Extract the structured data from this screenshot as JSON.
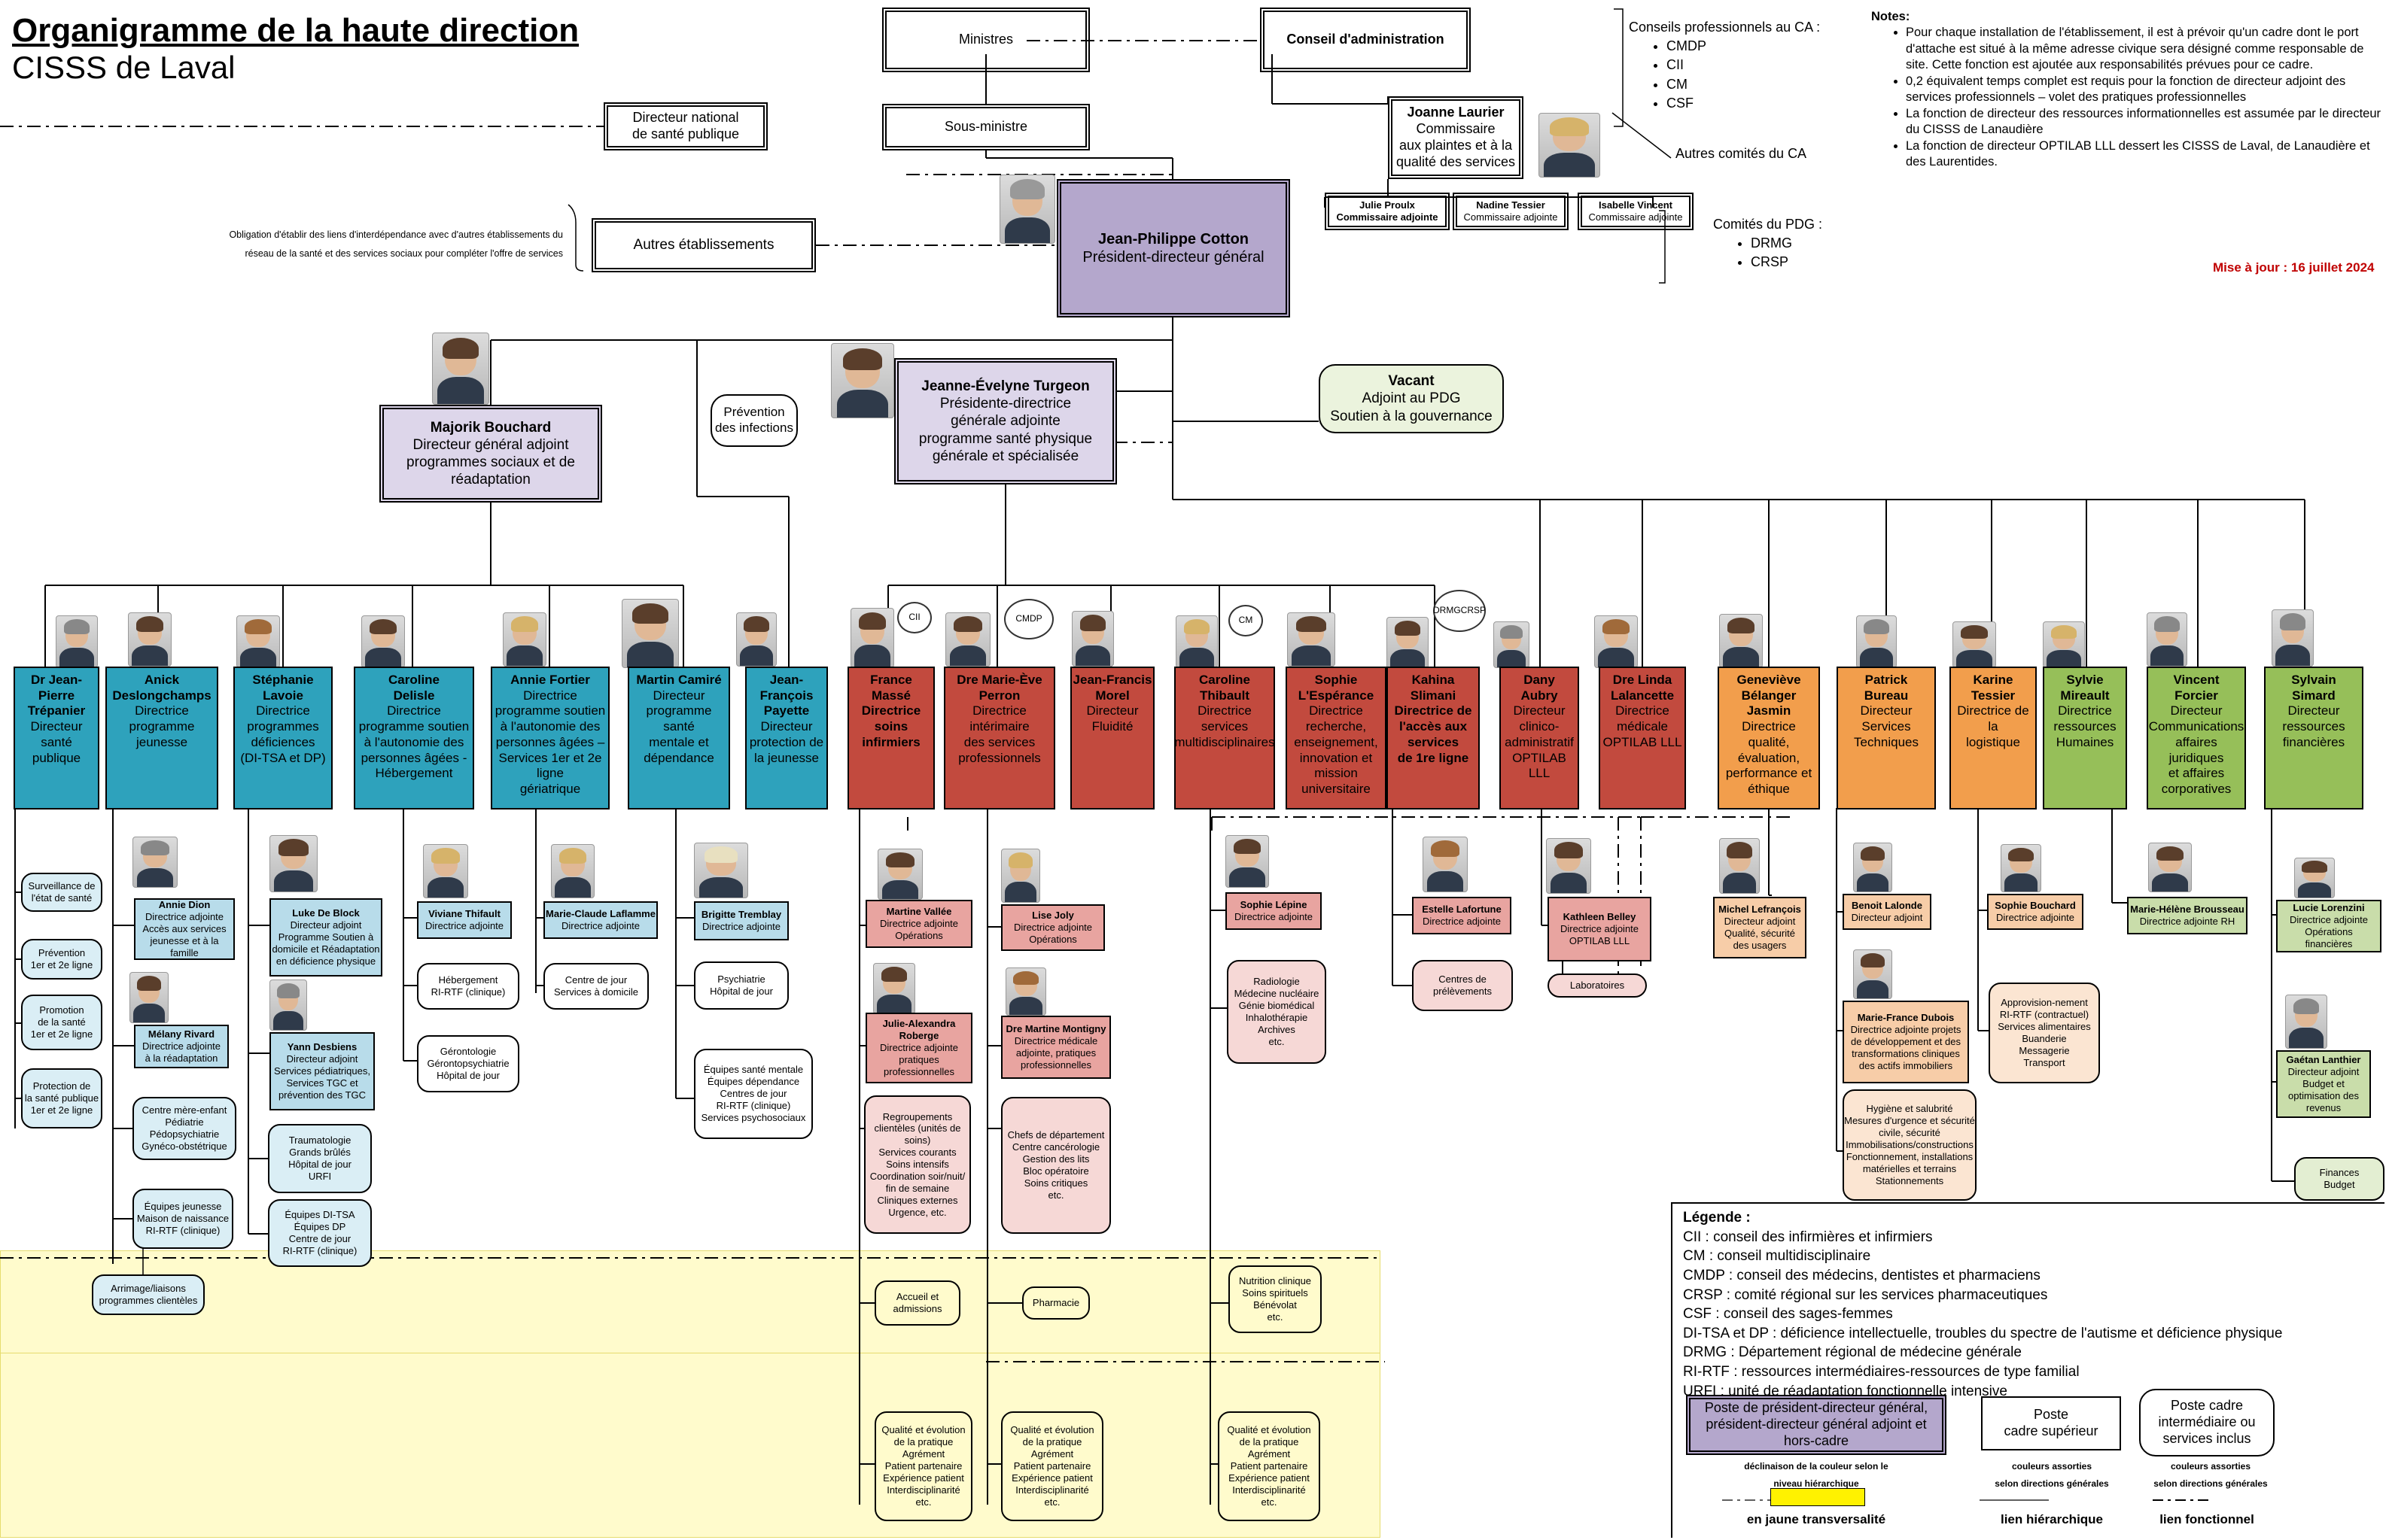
{
  "title": {
    "line1": "Organigramme de la haute direction",
    "line2": "CISSS de Laval"
  },
  "top": {
    "ministres": "Ministres",
    "sous_ministre": "Sous-ministre",
    "dnsp": [
      "Directeur national",
      "de santé publique"
    ],
    "conseil": "Conseil d'administration",
    "autres_etab": "Autres établissements",
    "obligation": [
      "Obligation d'établir des liens d'interdépendance avec d'autres établissements du",
      "réseau de la santé et des services sociaux pour compléter l'offre de services"
    ],
    "conseils_pro_title": "Conseils professionnels au CA :",
    "conseils_pro": [
      "CMDP",
      "CII",
      "CM",
      "CSF"
    ],
    "autres_comites": "Autres comités du CA",
    "comites_pdg_title": "Comités du PDG :",
    "comites_pdg": [
      "DRMG",
      "CRSP"
    ]
  },
  "commissaire": {
    "name": "Joanne Laurier",
    "role": [
      "Commissaire",
      "aux plaintes et à la",
      "qualité des services"
    ]
  },
  "commissaires_adj": [
    {
      "name": "Julie Proulx",
      "role": "Commissaire adjointe"
    },
    {
      "name": "Nadine Tessier",
      "role": "Commissaire adjointe"
    },
    {
      "name": "Isabelle Vincent",
      "role": "Commissaire adjointe"
    }
  ],
  "pdg": {
    "name": "Jean-Philippe Cotton",
    "role": "Président-directeur général"
  },
  "pdga_social": {
    "name": "Majorik Bouchard",
    "role": [
      "Directeur général adjoint",
      "programmes sociaux et de",
      "réadaptation"
    ]
  },
  "pdga_phys": {
    "name": "Jeanne-Évelyne Turgeon",
    "role": [
      "Présidente-directrice",
      "générale adjointe",
      "programme santé physique",
      "générale et spécialisée"
    ]
  },
  "prevention": [
    "Prévention",
    "des infections"
  ],
  "vacant": {
    "name": "Vacant",
    "role": [
      "Adjoint au PDG",
      "Soutien à la gouvernance"
    ]
  },
  "notes_title": "Notes:",
  "notes": [
    "Pour chaque installation de l'établissement, il est à prévoir qu'un cadre dont le port d'attache est situé à la même adresse civique sera désigné comme responsable de site. Cette fonction est ajoutée aux responsabilités prévues pour ce cadre.",
    "0,2 équivalent temps complet est requis pour la fonction de directeur adjoint des services professionnels – volet des pratiques professionnelles",
    "La fonction de directeur des ressources informationnelles est assumée par le directeur du CISSS de Lanaudière",
    "La fonction de directeur OPTILAB LLL dessert les CISSS de Laval, de Lanaudière et des Laurentides."
  ],
  "update": "Mise à jour : 16 juillet 2024",
  "bubbles": {
    "cii": "CII",
    "cmdp": "CMDP",
    "cm": "CM",
    "drmg": [
      "DRMG",
      "CRSP"
    ]
  },
  "directors": [
    {
      "name": [
        "Dr Jean-Pierre",
        "Trépanier"
      ],
      "role": [
        "Directeur",
        "santé publique"
      ]
    },
    {
      "name": [
        "Anick",
        "Deslongchamps"
      ],
      "role": [
        "Directrice",
        "programme jeunesse"
      ]
    },
    {
      "name": [
        "Stéphanie",
        "Lavoie"
      ],
      "role": [
        "Directrice",
        "programmes",
        "déficiences",
        "(DI-TSA et DP)"
      ]
    },
    {
      "name": [
        "Caroline",
        "Delisle"
      ],
      "role": [
        "Directrice",
        "programme soutien",
        "à l'autonomie des",
        "personnes âgées -",
        "Hébergement"
      ]
    },
    {
      "name": [
        "Annie Fortier"
      ],
      "role": [
        "Directrice",
        "programme soutien",
        "à l'autonomie des",
        "personnes âgées –",
        "Services 1er et 2e ligne",
        "gériatrique"
      ]
    },
    {
      "name": [
        "Martin Camiré"
      ],
      "role": [
        "Directeur",
        "programme santé",
        "mentale et",
        "dépendance"
      ]
    },
    {
      "name": [
        "Jean-François",
        "Payette"
      ],
      "role": [
        "Directeur",
        "protection de",
        "la jeunesse"
      ]
    },
    {
      "name": [
        "France",
        "Massé",
        "Directrice",
        "soins",
        "infirmiers"
      ],
      "role": []
    },
    {
      "name": [
        "Dre Marie-Ève",
        "Perron"
      ],
      "role": [
        "Directrice intérimaire",
        "des services",
        "professionnels"
      ]
    },
    {
      "name": [
        "Jean-Francis",
        "Morel"
      ],
      "role": [
        "Directeur",
        "Fluidité"
      ]
    },
    {
      "name": [
        "Caroline",
        "Thibault"
      ],
      "role": [
        "Directrice",
        "services",
        "multidisciplinaires"
      ]
    },
    {
      "name": [
        "Sophie",
        "L'Espérance"
      ],
      "role": [
        "Directrice",
        "recherche,",
        "enseignement,",
        "innovation et",
        "mission",
        "universitaire"
      ]
    },
    {
      "name": [
        "Kahina",
        "Slimani",
        "Directrice de",
        "l'accès aux",
        "services",
        "de 1re ligne"
      ],
      "role": []
    },
    {
      "name": [
        "Dany",
        "Aubry"
      ],
      "role": [
        "Directeur",
        "clinico-",
        "administratif",
        "OPTILAB LLL"
      ]
    },
    {
      "name": [
        "Dre Linda",
        "Lalancette"
      ],
      "role": [
        "Directrice",
        "médicale",
        "OPTILAB LLL"
      ]
    },
    {
      "name": [
        "Geneviève",
        "Bélanger Jasmin"
      ],
      "role": [
        "Directrice",
        "qualité, évaluation,",
        "performance et",
        "éthique"
      ]
    },
    {
      "name": [
        "Patrick",
        "Bureau"
      ],
      "role": [
        "Directeur",
        "Services",
        "Techniques"
      ]
    },
    {
      "name": [
        "Karine",
        "Tessier"
      ],
      "role": [
        "Directrice de la",
        "logistique"
      ]
    },
    {
      "name": [
        "Sylvie",
        "Mireault"
      ],
      "role": [
        "Directrice",
        "ressources",
        "Humaines"
      ]
    },
    {
      "name": [
        "Vincent",
        "Forcier"
      ],
      "role": [
        "Directeur",
        "Communications",
        "affaires juridiques",
        "et affaires",
        "corporatives"
      ]
    },
    {
      "name": [
        "Sylvain",
        "Simard"
      ],
      "role": [
        "Directeur",
        "ressources",
        "financières"
      ]
    }
  ],
  "adjoints": [
    {
      "name": "Annie Dion",
      "role": [
        "Directrice adjointe",
        "Accès aux services",
        "jeunesse et à la famille"
      ]
    },
    {
      "name": "Mélany Rivard",
      "role": [
        "Directrice adjointe",
        "à la réadaptation"
      ]
    },
    {
      "name": "Luke De Block",
      "role": [
        "Directeur adjoint",
        "Programme Soutien à",
        "domicile et Réadaptation",
        "en déficience physique"
      ]
    },
    {
      "name": "Yann Desbiens",
      "role": [
        "Directeur adjoint",
        "Services pédiatriques,",
        "Services TGC et",
        "prévention des TGC"
      ]
    },
    {
      "name": "Viviane Thifault",
      "role": [
        "Directrice adjointe"
      ]
    },
    {
      "name": "Marie-Claude Laflamme",
      "role": [
        "Directrice adjointe"
      ]
    },
    {
      "name": "Brigitte Tremblay",
      "role": [
        "Directrice adjointe"
      ]
    },
    {
      "name": "Martine Vallée",
      "role": [
        "Directrice adjointe",
        "Opérations"
      ]
    },
    {
      "name": "Julie-Alexandra Roberge",
      "role": [
        "Directrice adjointe",
        "pratiques",
        "professionnelles"
      ]
    },
    {
      "name": "Lise Joly",
      "role": [
        "Directrice adjointe",
        "Opérations"
      ]
    },
    {
      "name": "Dre Martine Montigny",
      "role": [
        "Directrice médicale",
        "adjointe, pratiques",
        "professionnelles"
      ]
    },
    {
      "name": "Sophie Lépine",
      "role": [
        "Directrice adjointe"
      ]
    },
    {
      "name": "Estelle Lafortune",
      "role": [
        "Directrice adjointe"
      ]
    },
    {
      "name": "Kathleen Belley",
      "role": [
        "Directrice adjointe",
        "OPTILAB LLL"
      ]
    },
    {
      "name": "Michel Lefrançois",
      "role": [
        "Directeur adjoint",
        "Qualité, sécurité",
        "des usagers"
      ]
    },
    {
      "name": "Benoit Lalonde",
      "role": [
        "Directeur adjoint"
      ]
    },
    {
      "name": "Marie-France Dubois",
      "role": [
        "Directrice adjointe projets",
        "de développement et des",
        "transformations cliniques",
        "des actifs immobiliers"
      ]
    },
    {
      "name": "Sophie Bouchard",
      "role": [
        "Directrice adjointe"
      ]
    },
    {
      "name": "Marie-Hélène Brousseau",
      "role": [
        "Directrice adjointe RH"
      ]
    },
    {
      "name": "Lucie Lorenzini",
      "role": [
        "Directrice adjointe",
        "Opérations",
        "financières"
      ]
    },
    {
      "name": "Gaétan Lanthier",
      "role": [
        "Directeur adjoint",
        "Budget et",
        "optimisation des",
        "revenus"
      ]
    }
  ],
  "pills": {
    "surveillance": [
      "Surveillance de",
      "l'état de santé"
    ],
    "prevention12": [
      "Prévention",
      "1er et 2e ligne"
    ],
    "promotion": [
      "Promotion",
      "de la santé",
      "1er et 2e ligne"
    ],
    "protection": [
      "Protection de",
      "la santé publique",
      "1er et 2e ligne"
    ],
    "centre_mere": [
      "Centre mère-enfant",
      "Pédiatrie",
      "Pédopsychiatrie",
      "Gynéco-obstétrique"
    ],
    "equipes_jeunesse": [
      "Équipes jeunesse",
      "Maison de naissance",
      "RI-RTF (clinique)"
    ],
    "arrimage": [
      "Arrimage/liaisons",
      "programmes clientèles"
    ],
    "trauma": [
      "Traumatologie",
      "Grands brûlés",
      "Hôpital de jour",
      "URFI"
    ],
    "equipes_di": [
      "Équipes DI-TSA",
      "Équipes DP",
      "Centre de jour",
      "RI-RTF (clinique)"
    ],
    "hebergement": [
      "Hébergement",
      "RI-RTF (clinique)"
    ],
    "geronto": [
      "Gérontologie",
      "Gérontopsychiatrie",
      "Hôpital de jour"
    ],
    "centre_jour": [
      "Centre de jour",
      "Services à domicile"
    ],
    "psychiatrie": [
      "Psychiatrie",
      "Hôpital de jour"
    ],
    "equipes_sm": [
      "Équipes santé mentale",
      "Équipes dépendance",
      "Centres de jour",
      "RI-RTF (clinique)",
      "Services psychosociaux"
    ],
    "regroupements": [
      "Regroupements",
      "clientèles (unités de",
      "soins)",
      "Services courants",
      "Soins intensifs",
      "Coordination soir/nuit/",
      "fin de semaine",
      "Cliniques externes",
      "Urgence, etc."
    ],
    "chefs": [
      "Chefs de département",
      "Centre cancérologie",
      "Gestion des lits",
      "Bloc opératoire",
      "Soins critiques",
      "etc."
    ],
    "radiologie": [
      "Radiologie",
      "Médecine nucléaire",
      "Génie biomédical",
      "Inhalothérapie",
      "Archives",
      "etc."
    ],
    "centres_prel": [
      "Centres de",
      "prélèvements"
    ],
    "laboratoires": [
      "Laboratoires"
    ],
    "hygiene": [
      "Hygiène et salubrité",
      "Mesures d'urgence et sécurité",
      "civile, sécurité",
      "Immobilisations/constructions",
      "Fonctionnement, installations",
      "matérielles et terrains",
      "Stationnements"
    ],
    "approvision": [
      "Approvision-nement",
      "RI-RTF (contractuel)",
      "Services alimentaires",
      "Buanderie",
      "Messagerie",
      "Transport"
    ],
    "finances": [
      "Finances",
      "Budget"
    ],
    "accueil": [
      "Accueil  et",
      "admissions"
    ],
    "pharmacie": [
      "Pharmacie"
    ],
    "nutrition": [
      "Nutrition clinique",
      "Soins spirituels",
      "Bénévolat",
      "etc."
    ],
    "qualite": [
      "Qualité et évolution",
      "de la pratique",
      "Agrément",
      "Patient partenaire",
      "Expérience patient",
      "Interdisciplinarité",
      "etc."
    ]
  },
  "legend": {
    "title": "Légende :",
    "items": [
      "CII : conseil des infirmières et infirmiers",
      "CM : conseil multidisciplinaire",
      "CMDP : conseil des médecins, dentistes et pharmaciens",
      "CRSP : comité régional sur les services pharmaceutiques",
      "CSF : conseil des sages-femmes",
      "DI-TSA et DP : déficience intellectuelle, troubles du spectre de l'autisme et déficience physique",
      "DRMG : Département régional de médecine générale",
      "RI-RTF : ressources intermédiaires-ressources de type familial",
      "URFI : unité de réadaptation fonctionnelle intensive"
    ],
    "box1": "Poste de président-directeur général, président-directeur général adjoint et hors-cadre",
    "box1_note": [
      "déclinaison de la couleur selon le",
      "niveau hiérarchique"
    ],
    "box2": [
      "Poste",
      "cadre supérieur"
    ],
    "box2_note": [
      "couleurs assorties",
      "selon directions générales"
    ],
    "box3": [
      "Poste cadre",
      "intermédiaire ou",
      "services inclus"
    ],
    "box3_note": [
      "couleurs assorties",
      "selon directions générales"
    ],
    "yellow_label": "en jaune transversalité",
    "line_h": "lien hiérarchique",
    "line_f": "lien fonctionnel"
  }
}
